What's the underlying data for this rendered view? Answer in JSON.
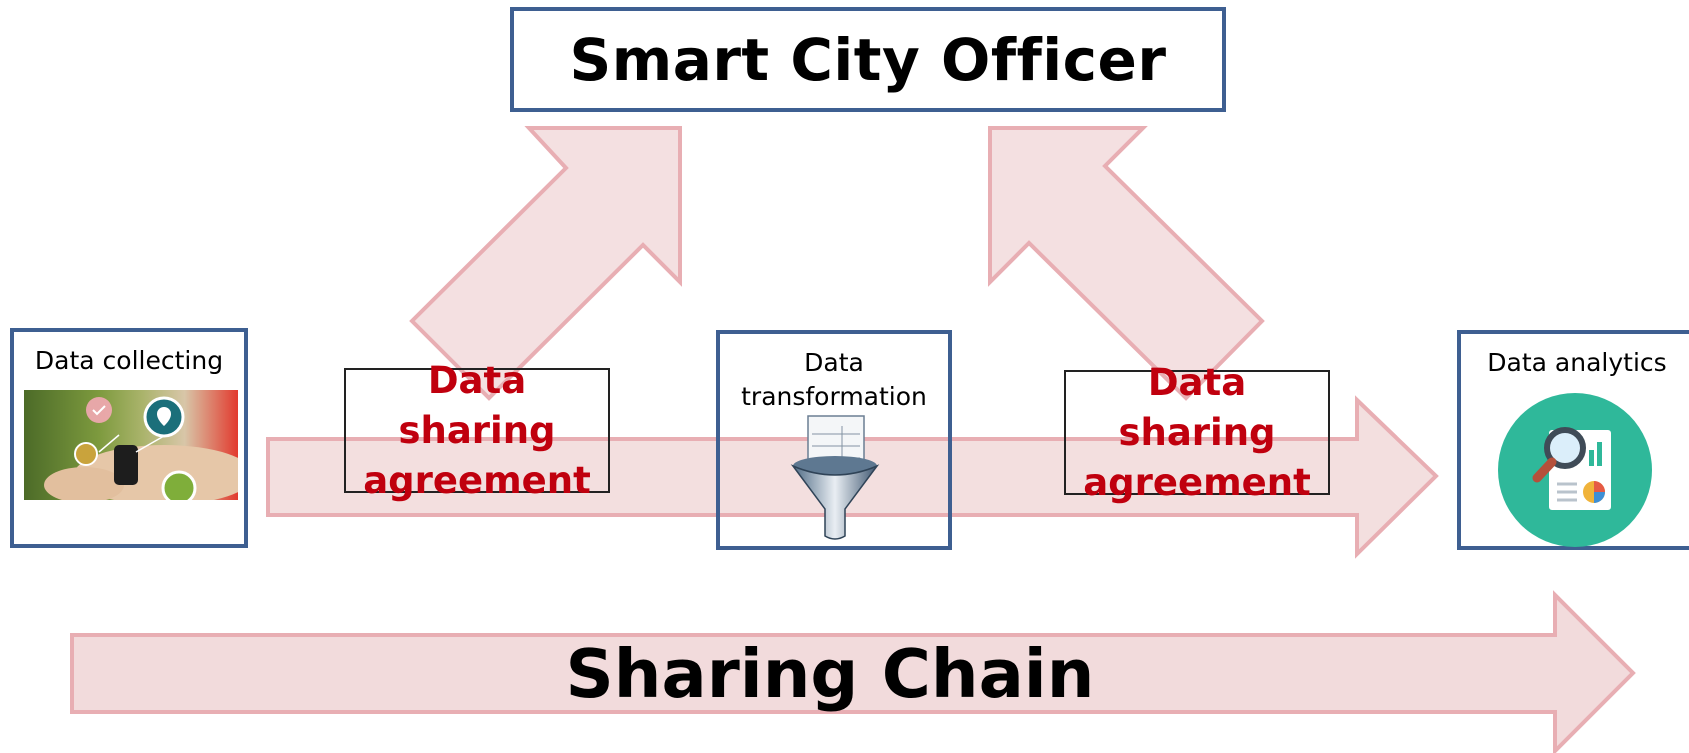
{
  "top_box": {
    "title": "Smart City Officer"
  },
  "stages": {
    "collecting": {
      "label": "Data collecting",
      "image": "smartwatch-photo"
    },
    "transformation": {
      "label": "Data transformation",
      "icon": "funnel-report-icon"
    },
    "analytics": {
      "label": "Data analytics",
      "icon": "analytics-report-icon"
    }
  },
  "agreements": [
    {
      "label": "Data sharing agreement"
    },
    {
      "label": "Data sharing agreement"
    }
  ],
  "bottom_arrow": {
    "label": "Sharing Chain"
  },
  "colors": {
    "arrow_fill": "#f2dbdc",
    "arrow_stroke": "#e8aeb3",
    "box_border": "#3e5f91",
    "agreement_text": "#c0000e",
    "analytics_circle": "#2fb89a"
  }
}
